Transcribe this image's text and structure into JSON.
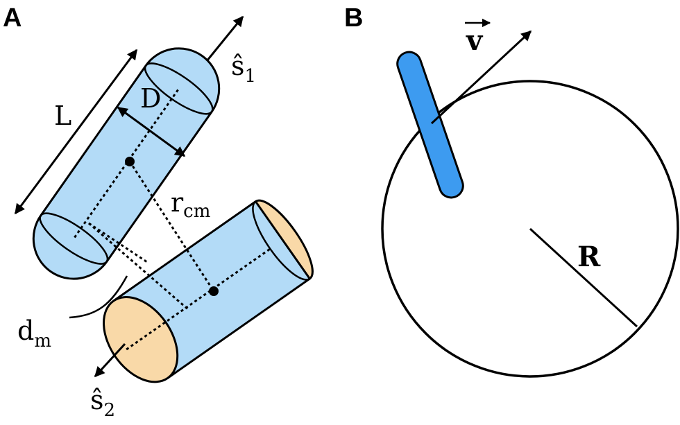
{
  "panels": {
    "a": {
      "letter": "A",
      "labels": {
        "length": "L",
        "diameter": "D",
        "axis1_base": "ŝ",
        "axis1_sub": "1",
        "axis2_base": "ŝ",
        "axis2_sub": "2",
        "rcm_base": "r",
        "rcm_sub": "cm",
        "dm_base": "d",
        "dm_sub": "m"
      }
    },
    "b": {
      "letter": "B",
      "labels": {
        "velocity": "v",
        "radius": "R"
      }
    }
  },
  "colors": {
    "rod_fill": "#b3dbf7",
    "rod_end_fill": "#f9d9a8",
    "swimmer_fill": "#3d9bf0",
    "stroke": "#000000"
  }
}
